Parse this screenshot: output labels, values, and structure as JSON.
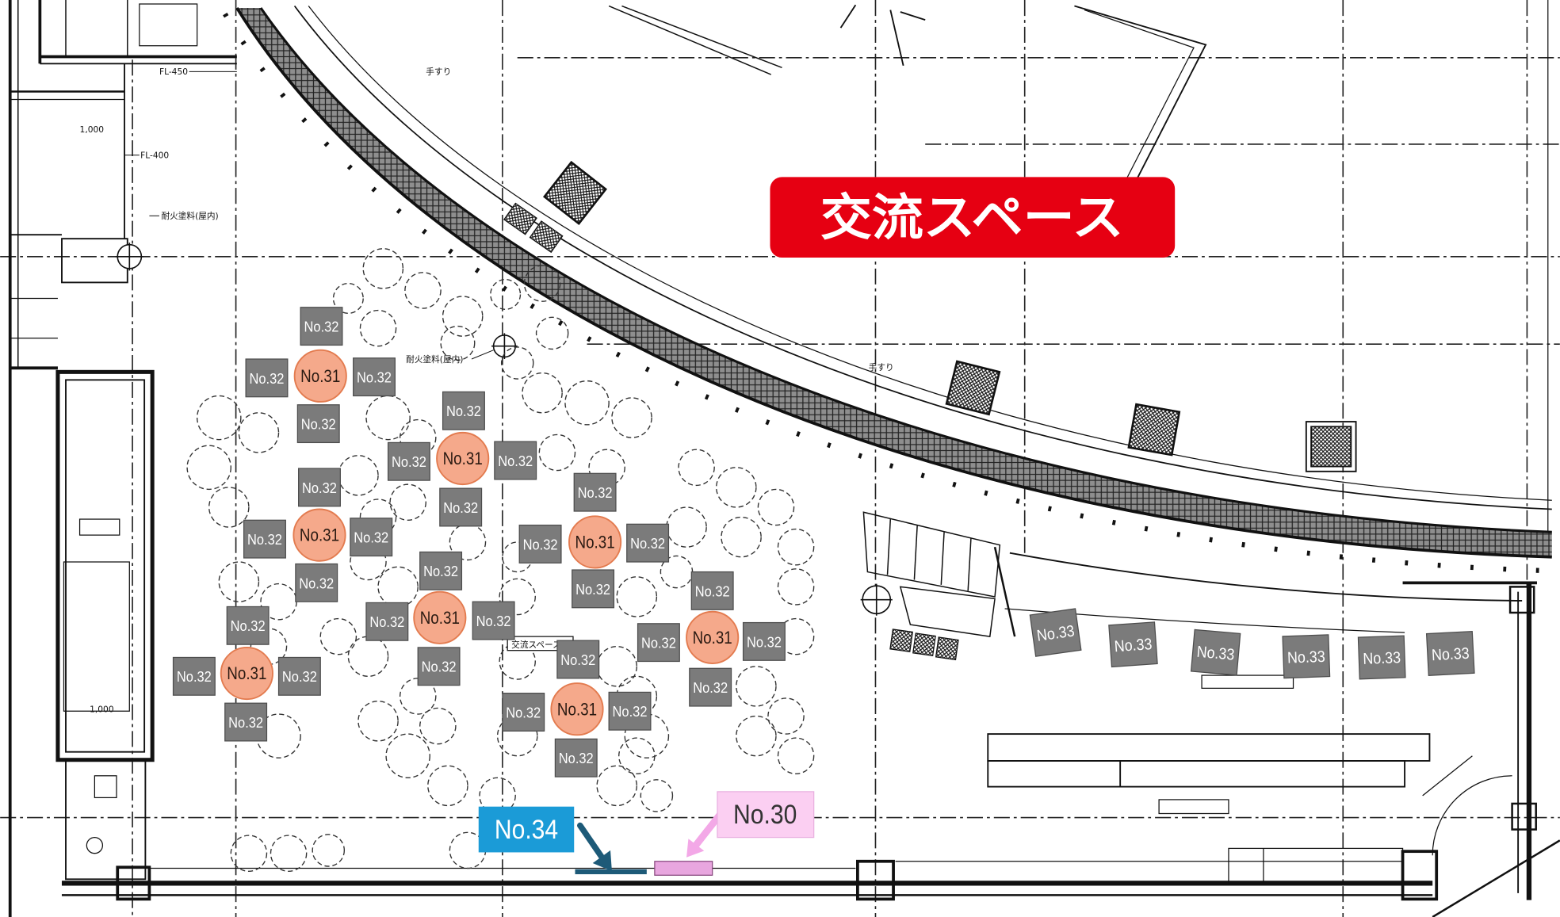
{
  "area_title": "交流スペース",
  "markers": {
    "no30": "No.30",
    "no31": "No.31",
    "no32": "No.32",
    "no33": "No.33",
    "no34": "No.34"
  },
  "drawing_notes": {
    "fl_450": "FL-450",
    "fl_400": "FL-400",
    "dim_1000": "1,000",
    "handrail": "手すり",
    "fire_paint": "耐火塗料(屋内)",
    "area_label": "交流スペース"
  },
  "colors": {
    "title_bg": "#e60012",
    "title_text": "#ffffff",
    "no31_fill": "#f5a98b",
    "no31_stroke": "#e37b4f",
    "no32_fill": "#7b7b7b",
    "no33_fill": "#7b7b7b",
    "no34_fill": "#1b9bd7",
    "no34_arrow": "#1d5a78",
    "no30_fill": "#fbcff2",
    "no30_arrow": "#f3a8e7",
    "no30_bar": "#e8a6df"
  }
}
